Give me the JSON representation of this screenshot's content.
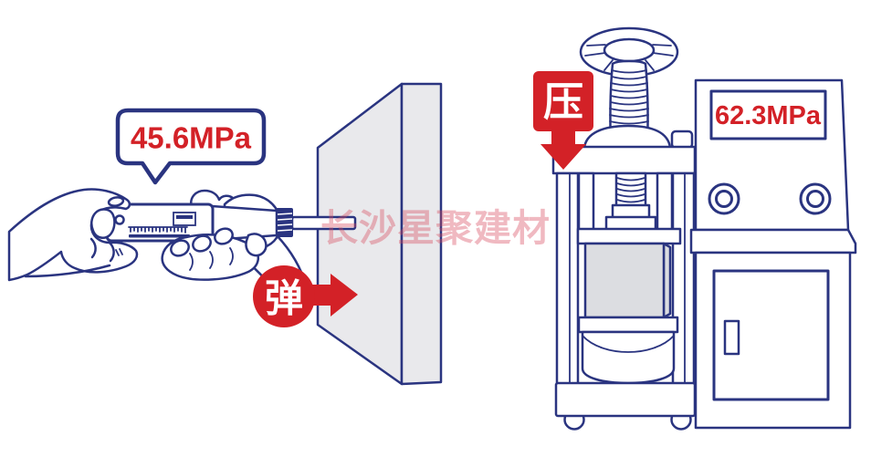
{
  "scene": {
    "rebound_test": {
      "reading": "45.6MPa",
      "action_label": "弹"
    },
    "compression_test": {
      "reading": "62.3MPa",
      "action_label": "压"
    },
    "watermark": "长沙星聚建材"
  },
  "colors": {
    "line_navy": "#2a3480",
    "accent_red": "#d32127",
    "wall_gray": "#e9e9ec",
    "specimen_gray": "#dcdde1",
    "watermark_pink": "#d94a5e"
  }
}
